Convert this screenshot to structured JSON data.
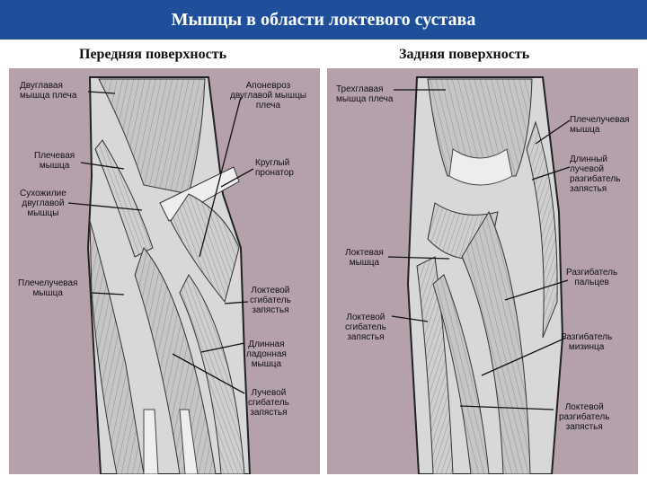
{
  "title": "Мышцы в области локтевого сустава",
  "anterior": {
    "heading": "Передняя поверхность",
    "labels": {
      "biceps": "Двуглавая\nмышца плеча",
      "aponeurosis": "Апоневроз\nдвуглавой мышцы\nплеча",
      "brachialis": "Плечевая\nмышца",
      "pronator": "Круглый\nпронатор",
      "biceps_tendon": "Сухожилие\nдвуглавой\nмышцы",
      "brachioradialis": "Плечелучевая\nмышца",
      "flexor_carpi_ulnaris": "Локтевой\nсгибатель\nзапястья",
      "palmaris_longus": "Длинная\nладонная\nмышца",
      "flexor_carpi_radialis": "Лучевой\nсгибатель\nзапястья"
    }
  },
  "posterior": {
    "heading": "Задняя поверхность",
    "labels": {
      "triceps": "Трехглавая\nмышца плеча",
      "brachioradialis": "Плечелучевая\nмышца",
      "ecrl": "Длинный\nлучевой\nразгибатель\nзапястья",
      "anconeus": "Локтевая\nмышца",
      "extensor_digitorum": "Разгибатель\nпальцев",
      "flexor_carpi_ulnaris": "Локтевой\nсгибатель\nзапястья",
      "extensor_digiti_minimi": "Разгибатель\nмизинца",
      "ecu": "Локтевой\nразгибатель\nзапястья"
    }
  },
  "colors": {
    "title_bar": "#1f4e9b",
    "panel_bg": "#b5a1ac",
    "muscle": "#c9c9c9",
    "tendon": "#ebebeb"
  }
}
